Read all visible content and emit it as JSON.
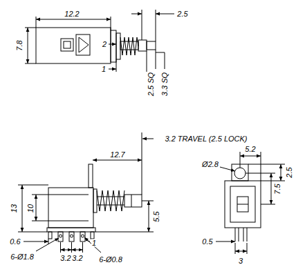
{
  "diagram": {
    "labels": [
      "12.2",
      "2.5",
      "7.8",
      "2",
      "1",
      "2.5 SQ",
      "3.3 SQ",
      "3.2 TRAVEL (2.5 LOCK)",
      "5.2",
      "2.5",
      "12.7",
      "Ø2.8",
      "7.5",
      "13",
      "10",
      "5.5",
      "0.6",
      "1",
      "0.5",
      "6-Ø1.8",
      "3.2",
      "3.2",
      "6-Ø0.8",
      "3"
    ]
  }
}
